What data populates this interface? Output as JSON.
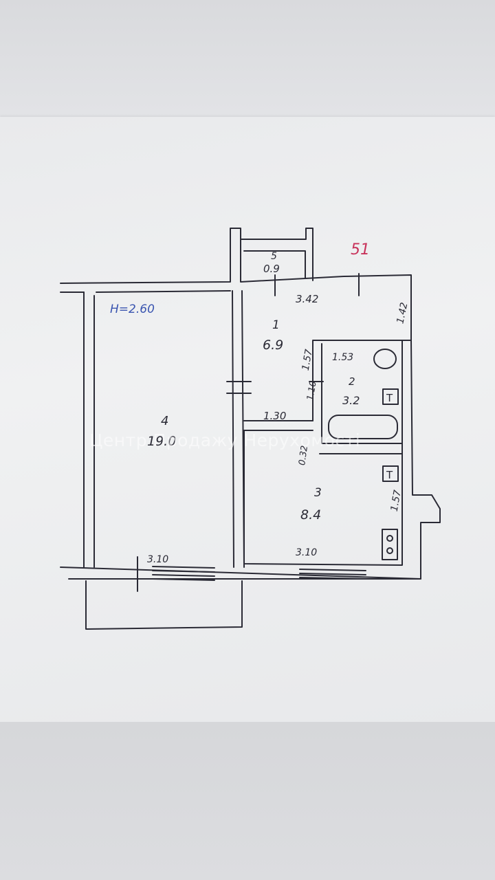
{
  "plan": {
    "ceiling_height": "H=2.60",
    "apartment_number": "51",
    "rooms": [
      {
        "number": "1",
        "area": "6.9"
      },
      {
        "number": "2",
        "area": "3.2"
      },
      {
        "number": "3",
        "area": "8.4"
      },
      {
        "number": "4",
        "area": "19.0"
      },
      {
        "number": "5",
        "area": "0.9"
      }
    ],
    "dimensions": {
      "hall_top": "3.42",
      "hall_right": "1.42",
      "hall_left": "1.57",
      "hall_bottom": "1.30",
      "bath_top": "1.53",
      "bath_side": "1.10",
      "kitchen_side": "1.57",
      "room4_bottom": "3.10",
      "room3_bottom": "3.10",
      "partition": "0.32"
    },
    "fixtures": {
      "tap_a": "T",
      "tap_b": "T"
    }
  },
  "watermark": "Центр Продажу Нерухомості",
  "colors": {
    "ink": "#2a2a35",
    "blue": "#3a55b0",
    "red": "#c8325a",
    "paper": "#eeeff0"
  }
}
